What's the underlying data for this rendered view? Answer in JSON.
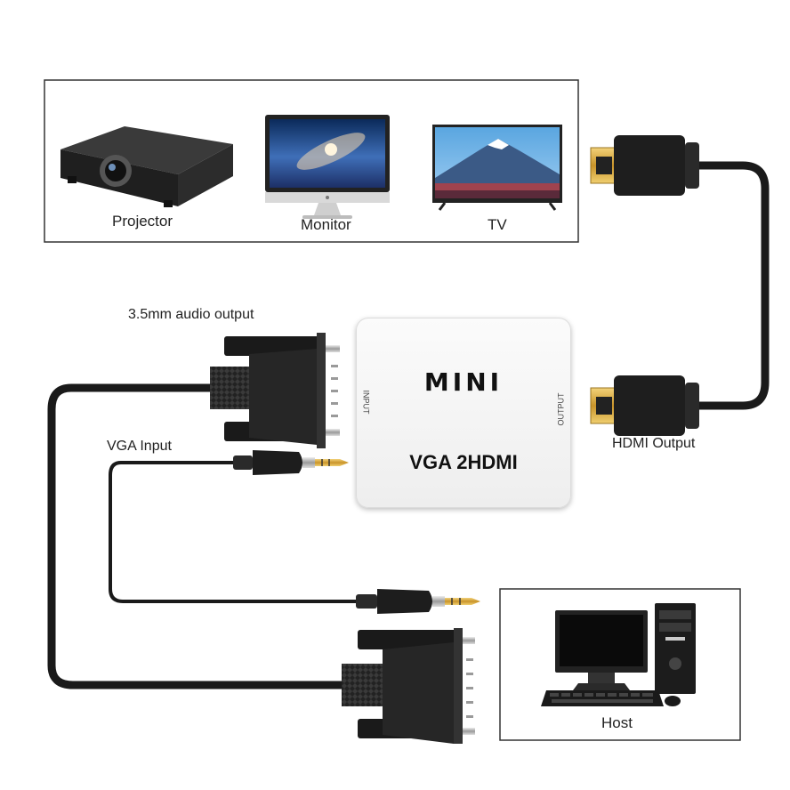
{
  "displays": {
    "projector_label": "Projector",
    "monitor_label": "Monitor",
    "tv_label": "TV"
  },
  "host": {
    "label": "Host"
  },
  "converter": {
    "brand": "MINI",
    "model": "VGA 2HDMI",
    "input_port_label": "INPUT",
    "output_port_label": "OUTPUT"
  },
  "callouts": {
    "audio": "3.5mm audio output",
    "vga_input": "VGA Input",
    "hdmi_output": "HDMI Output"
  },
  "colors": {
    "cable": "#1a1a1a",
    "gold": "#d8a93c",
    "converter_body": "#f4f4f4"
  },
  "icons": [
    "projector-icon",
    "monitor-icon",
    "tv-icon",
    "desktop-pc-icon",
    "hdmi-plug-icon",
    "vga-plug-icon",
    "audio-jack-icon"
  ]
}
